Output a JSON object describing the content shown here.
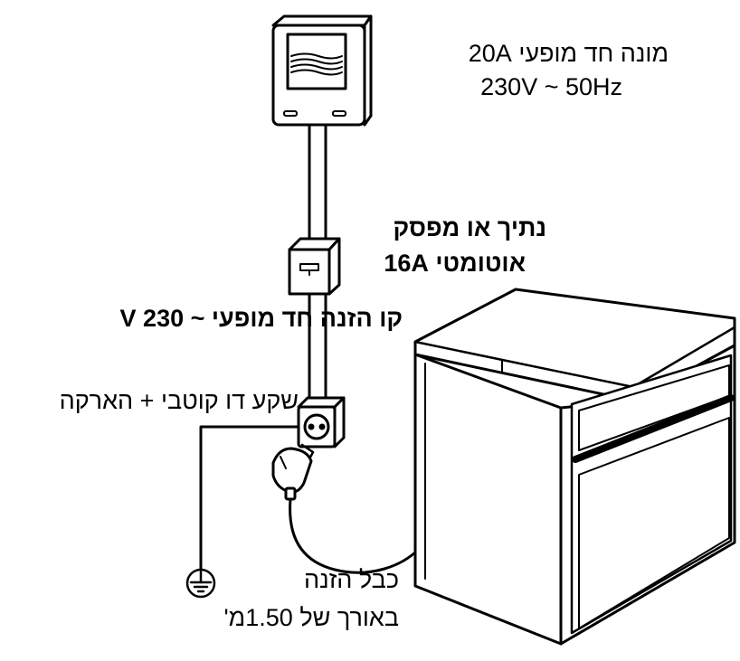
{
  "labels": {
    "meter_line1": "מונה חד מופעי 20A",
    "meter_line2": "230V ~ 50Hz",
    "breaker_line1": "נתיך או מפסק",
    "breaker_line2": "אוטומטי 16A",
    "supply_line": "קו הזנה חד מופעי ~ 230 V",
    "socket": "שקע דו קוטבי + הארקה",
    "cable_line1": "כבל הזנה",
    "cable_line2": "באורך של 1.50מ'"
  },
  "icons": {
    "meter": "electric-meter-icon",
    "breaker": "circuit-breaker-icon",
    "socket": "wall-socket-icon",
    "plug": "plug-icon",
    "ground": "ground-symbol-icon",
    "oven": "built-in-oven-icon"
  },
  "colors": {
    "line": "#000000",
    "background": "#ffffff"
  }
}
